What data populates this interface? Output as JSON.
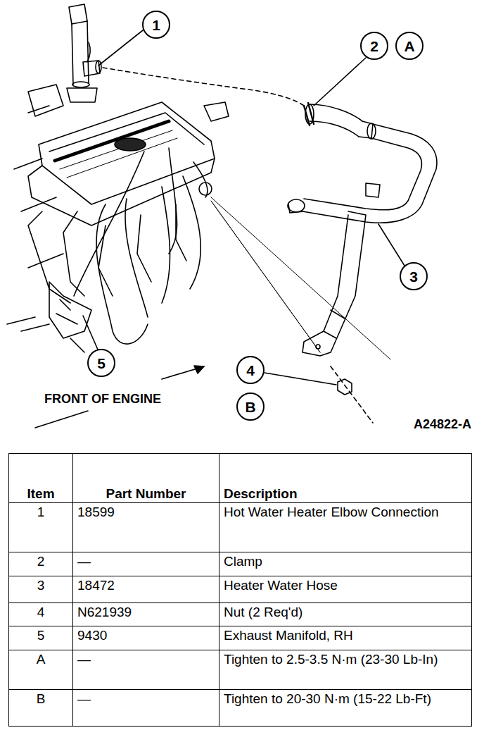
{
  "diagram": {
    "nodes": [
      {
        "text": [
          "1"
        ]
      },
      {
        "text": [
          "2"
        ]
      },
      {
        "text": [
          "A"
        ]
      },
      {
        "text": [
          "3"
        ]
      },
      {
        "text": [
          "5"
        ]
      },
      {
        "text": [
          "4"
        ]
      },
      {
        "text": [
          "B"
        ]
      }
    ],
    "labels": [
      "FRONT OF ENGINE",
      "A24822-A",
      "Item",
      "Part Number",
      "Description",
      "1",
      "18599",
      "Hot Water Heater Elbow Connection",
      "2",
      "—",
      "Clamp",
      "3",
      "18472",
      "Heater Water Hose",
      "4",
      "N621939",
      "Nut (2 Req'd)",
      "5",
      "9430",
      "Exhaust Manifold, RH",
      "A",
      "—",
      "Tighten to 2.5-3.5 N·m (23-30 Lb-In)",
      "B",
      "—",
      "Tighten to 20-30 N·m (15-22 Lb-Ft)"
    ]
  }
}
